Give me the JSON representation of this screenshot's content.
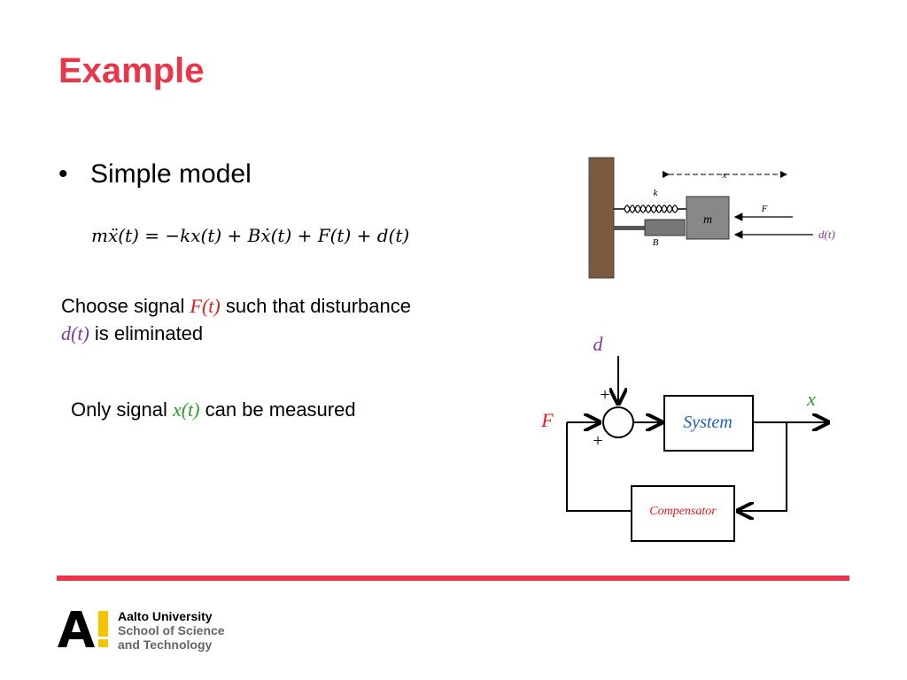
{
  "slide": {
    "title": "Example",
    "bullet_symbol": "•",
    "bullet_text": "Simple model",
    "equation": "mẍ(t) = −kx(t) + Bẋ(t) + F(t) + d(t)",
    "para1": {
      "pre": "Choose signal ",
      "signal_F": "F(t)",
      "mid": " such that disturbance",
      "signal_d": "d(t)",
      "post": " is eliminated"
    },
    "para2": {
      "pre": "Only signal ",
      "signal_x": "x(t)",
      "post": " can be measured"
    }
  },
  "mass_diagram": {
    "x_label": "x",
    "k_label": "k",
    "m_label": "m",
    "B_label": "B",
    "F_label": "F",
    "d_label": "d(t)"
  },
  "block_diagram": {
    "d_label": "d",
    "plus_top": "+",
    "plus_bottom": "+",
    "F_label": "F",
    "x_label": "x",
    "system_label": "System",
    "compensator_label": "Compensator"
  },
  "footer": {
    "logo_mark": "A!",
    "line1": "Aalto University",
    "line2": "School of Science",
    "line3": "and Technology"
  },
  "colors": {
    "accent": "#e8374a",
    "red_signal": "#e01b1b",
    "purple_signal": "#7a3aa0",
    "green_signal": "#2f9a2f",
    "system_blue": "#1f5fb8",
    "logo_yellow": "#f5c400"
  }
}
